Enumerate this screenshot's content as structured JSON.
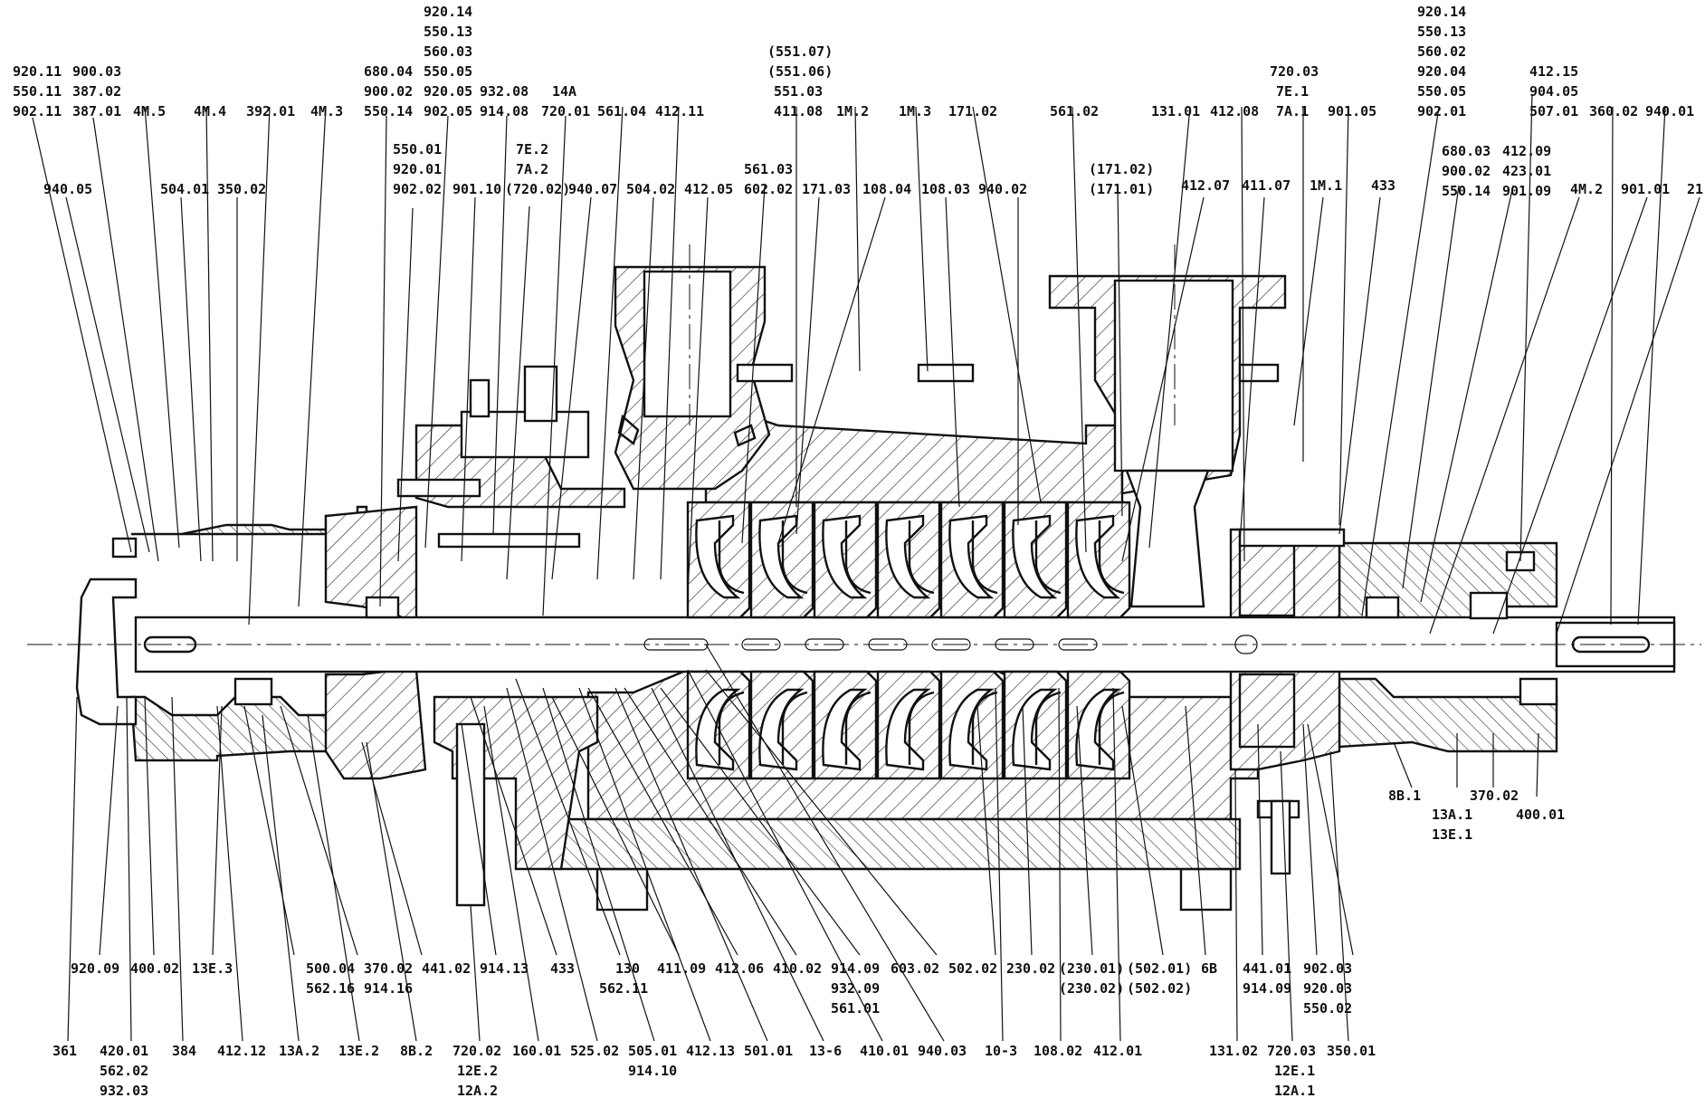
{
  "callouts": [
    {
      "id": "c1",
      "lines": [
        "920.11",
        "550.11",
        "902.11"
      ]
    },
    {
      "id": "c2",
      "lines": [
        "900.03",
        "387.02",
        "387.01"
      ]
    },
    {
      "id": "c3",
      "lines": [
        "4M.5"
      ]
    },
    {
      "id": "c4",
      "lines": [
        "4M.4"
      ]
    },
    {
      "id": "c5",
      "lines": [
        "392.01"
      ]
    },
    {
      "id": "c6",
      "lines": [
        "4M.3"
      ]
    },
    {
      "id": "c7",
      "lines": [
        "680.04",
        "900.02",
        "550.14"
      ]
    },
    {
      "id": "c8",
      "lines": [
        "920.14",
        "550.13",
        "560.03",
        "550.05",
        "920.05",
        "902.05"
      ]
    },
    {
      "id": "c9",
      "lines": [
        "932.08",
        "914.08"
      ]
    },
    {
      "id": "c10",
      "lines": [
        "14A",
        "720.01"
      ]
    },
    {
      "id": "c11",
      "lines": [
        "561.04"
      ]
    },
    {
      "id": "c12",
      "lines": [
        "412.11"
      ]
    },
    {
      "id": "c13",
      "lines": [
        "(551.07)",
        "(551.06)",
        "551.03",
        "411.08"
      ]
    },
    {
      "id": "c14",
      "lines": [
        "1M.2"
      ]
    },
    {
      "id": "c15",
      "lines": [
        "1M.3"
      ]
    },
    {
      "id": "c16",
      "lines": [
        "171.02"
      ]
    },
    {
      "id": "c17",
      "lines": [
        "561.02"
      ]
    },
    {
      "id": "c18",
      "lines": [
        "131.01"
      ]
    },
    {
      "id": "c19",
      "lines": [
        "412.08"
      ]
    },
    {
      "id": "c20",
      "lines": [
        "720.03",
        "7E.1",
        "7A.1"
      ]
    },
    {
      "id": "c21",
      "lines": [
        "901.05"
      ]
    },
    {
      "id": "c22",
      "lines": [
        "920.14",
        "550.13",
        "560.02",
        "920.04",
        "550.05",
        "902.01"
      ]
    },
    {
      "id": "c23",
      "lines": [
        "412.15",
        "904.05",
        "507.01"
      ]
    },
    {
      "id": "c24",
      "lines": [
        "360.02"
      ]
    },
    {
      "id": "c25",
      "lines": [
        "940.01"
      ]
    },
    {
      "id": "c26",
      "lines": [
        "940.05"
      ]
    },
    {
      "id": "c27",
      "lines": [
        "504.01"
      ]
    },
    {
      "id": "c28",
      "lines": [
        "350.02"
      ]
    },
    {
      "id": "c29",
      "lines": [
        "550.01",
        "920.01",
        "902.02"
      ]
    },
    {
      "id": "c30",
      "lines": [
        "901.10"
      ]
    },
    {
      "id": "c31",
      "lines": [
        "7E.2",
        "7A.2",
        "(720.02)"
      ]
    },
    {
      "id": "c32",
      "lines": [
        "940.07"
      ]
    },
    {
      "id": "c33",
      "lines": [
        "504.02"
      ]
    },
    {
      "id": "c34",
      "lines": [
        "412.05"
      ]
    },
    {
      "id": "c35",
      "lines": [
        "561.03",
        "602.02"
      ]
    },
    {
      "id": "c36",
      "lines": [
        "171.03"
      ]
    },
    {
      "id": "c37",
      "lines": [
        "108.04"
      ]
    },
    {
      "id": "c38",
      "lines": [
        "108.03"
      ]
    },
    {
      "id": "c39",
      "lines": [
        "940.02"
      ]
    },
    {
      "id": "c40",
      "lines": [
        "(171.02)",
        "(171.01)"
      ]
    },
    {
      "id": "c41",
      "lines": [
        "412.07"
      ]
    },
    {
      "id": "c42",
      "lines": [
        "411.07"
      ]
    },
    {
      "id": "c43",
      "lines": [
        "1M.1"
      ]
    },
    {
      "id": "c44",
      "lines": [
        "433"
      ]
    },
    {
      "id": "c45",
      "lines": [
        "680.03",
        "900.02",
        "550.14"
      ]
    },
    {
      "id": "c46",
      "lines": [
        "412.09",
        "423.01",
        "901.09"
      ]
    },
    {
      "id": "c47",
      "lines": [
        "4M.2"
      ]
    },
    {
      "id": "c48",
      "lines": [
        "901.01"
      ]
    },
    {
      "id": "c49",
      "lines": [
        "21"
      ]
    },
    {
      "id": "c50",
      "lines": [
        "8B.1"
      ]
    },
    {
      "id": "c51",
      "lines": [
        "13A.1",
        "13E.1"
      ]
    },
    {
      "id": "c52",
      "lines": [
        "370.02"
      ]
    },
    {
      "id": "c53",
      "lines": [
        "400.01"
      ]
    },
    {
      "id": "c54",
      "lines": [
        "920.09"
      ]
    },
    {
      "id": "c55",
      "lines": [
        "400.02"
      ]
    },
    {
      "id": "c56",
      "lines": [
        "13E.3"
      ]
    },
    {
      "id": "c57",
      "lines": [
        "500.04",
        "562.16"
      ]
    },
    {
      "id": "c58",
      "lines": [
        "370.02",
        "914.16"
      ]
    },
    {
      "id": "c59",
      "lines": [
        "441.02"
      ]
    },
    {
      "id": "c60",
      "lines": [
        "914.13"
      ]
    },
    {
      "id": "c61",
      "lines": [
        "433"
      ]
    },
    {
      "id": "c62",
      "lines": [
        "130",
        "562.11"
      ]
    },
    {
      "id": "c63",
      "lines": [
        "411.09"
      ]
    },
    {
      "id": "c64",
      "lines": [
        "412.06"
      ]
    },
    {
      "id": "c65",
      "lines": [
        "410.02"
      ]
    },
    {
      "id": "c66",
      "lines": [
        "914.09",
        "932.09",
        "561.01"
      ]
    },
    {
      "id": "c67",
      "lines": [
        "603.02"
      ]
    },
    {
      "id": "c68",
      "lines": [
        "502.02"
      ]
    },
    {
      "id": "c69",
      "lines": [
        "230.02"
      ]
    },
    {
      "id": "c70",
      "lines": [
        "(230.01)",
        "(230.02)"
      ]
    },
    {
      "id": "c71",
      "lines": [
        "(502.01)",
        "(502.02)"
      ]
    },
    {
      "id": "c72",
      "lines": [
        "6B"
      ]
    },
    {
      "id": "c73",
      "lines": [
        "441.01",
        "914.09"
      ]
    },
    {
      "id": "c74",
      "lines": [
        "902.03",
        "920.03",
        "550.02"
      ]
    },
    {
      "id": "c75",
      "lines": [
        "361"
      ]
    },
    {
      "id": "c76",
      "lines": [
        "420.01",
        "562.02",
        "932.03"
      ]
    },
    {
      "id": "c77",
      "lines": [
        "384"
      ]
    },
    {
      "id": "c78",
      "lines": [
        "412.12"
      ]
    },
    {
      "id": "c79",
      "lines": [
        "13A.2"
      ]
    },
    {
      "id": "c80",
      "lines": [
        "13E.2"
      ]
    },
    {
      "id": "c81",
      "lines": [
        "8B.2"
      ]
    },
    {
      "id": "c82",
      "lines": [
        "720.02",
        "12E.2",
        "12A.2"
      ]
    },
    {
      "id": "c83",
      "lines": [
        "160.01"
      ]
    },
    {
      "id": "c84",
      "lines": [
        "525.02"
      ]
    },
    {
      "id": "c85",
      "lines": [
        "505.01",
        "914.10"
      ]
    },
    {
      "id": "c86",
      "lines": [
        "412.13"
      ]
    },
    {
      "id": "c87",
      "lines": [
        "501.01"
      ]
    },
    {
      "id": "c88",
      "lines": [
        "13-6"
      ]
    },
    {
      "id": "c89",
      "lines": [
        "410.01"
      ]
    },
    {
      "id": "c90",
      "lines": [
        "940.03"
      ]
    },
    {
      "id": "c91",
      "lines": [
        "10-3"
      ]
    },
    {
      "id": "c92",
      "lines": [
        "108.02"
      ]
    },
    {
      "id": "c93",
      "lines": [
        "412.01"
      ]
    },
    {
      "id": "c94",
      "lines": [
        "131.02"
      ]
    },
    {
      "id": "c95",
      "lines": [
        "720.03",
        "12E.1",
        "12A.1"
      ]
    },
    {
      "id": "c96",
      "lines": [
        "350.01"
      ]
    }
  ]
}
